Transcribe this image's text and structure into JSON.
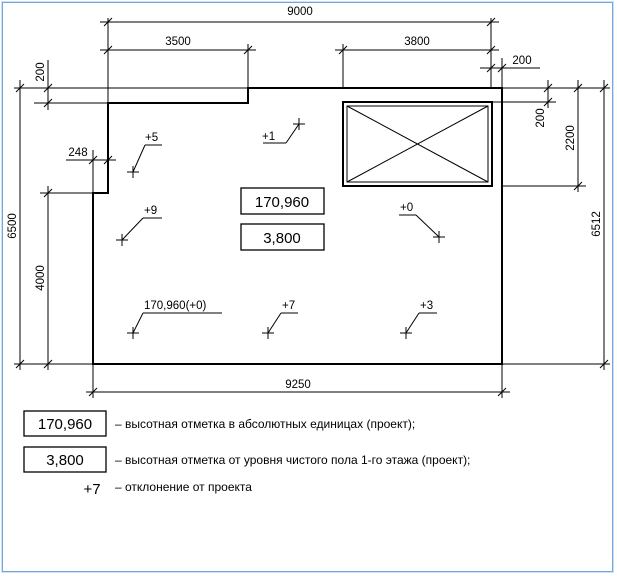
{
  "dimensions": {
    "overall_width_top": "9000",
    "left_block": "3500",
    "right_block": "3800",
    "right_offset": "200",
    "left_top_offset": "200",
    "notch_248": "248",
    "height_left": "6500",
    "height_4000": "4000",
    "right_200": "200",
    "right_2200": "2200",
    "height_right": "6512",
    "bottom_width": "9250"
  },
  "deviation_marks": [
    "+5",
    "+1",
    "+9",
    "+0",
    "170,960(+0)",
    "+7",
    "+3"
  ],
  "elevation_boxes": {
    "absolute": "170,960",
    "relative": "3,800"
  },
  "legend": [
    {
      "symbol": "170,960",
      "text": "– высотная отметка в абсолютных единицах (проект);"
    },
    {
      "symbol": "3,800",
      "text": "– высотная отметка от уровня чистого пола 1-го этажа (проект);"
    },
    {
      "symbol": "+7",
      "text": "– отклонение от проекта"
    }
  ]
}
